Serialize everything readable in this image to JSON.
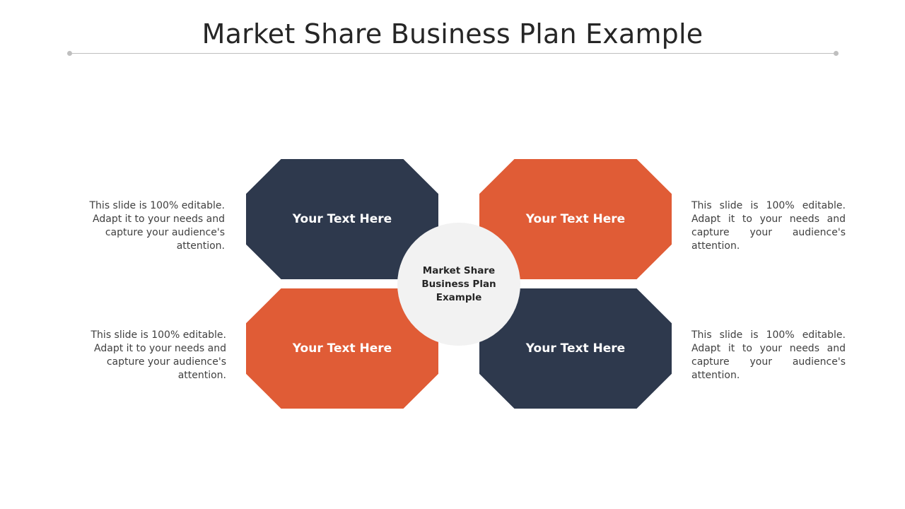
{
  "slide": {
    "title": "Market Share Business Plan Example"
  },
  "colors": {
    "navy": "#2e394d",
    "orange": "#e05c36",
    "center_fill": "#f2f2f2",
    "rule": "#bfbfbf"
  },
  "diagram": {
    "center_label": "Market Share Business Plan Example",
    "blocks": [
      {
        "label": "Your Text Here",
        "color": "#2e394d"
      },
      {
        "label": "Your Text Here",
        "color": "#e05c36"
      },
      {
        "label": "Your Text Here",
        "color": "#e05c36"
      },
      {
        "label": "Your Text Here",
        "color": "#2e394d"
      }
    ],
    "descriptions": [
      "This slide is 100% editable. Adapt it to your needs and capture your audience's attention.",
      "This slide is 100% editable. Adapt it to your needs and capture your audience's attention.",
      "This slide is 100% editable. Adapt it to your needs and capture your audience's attention.",
      "This slide is 100% editable. Adapt it to your needs and capture your audience's attention."
    ]
  }
}
